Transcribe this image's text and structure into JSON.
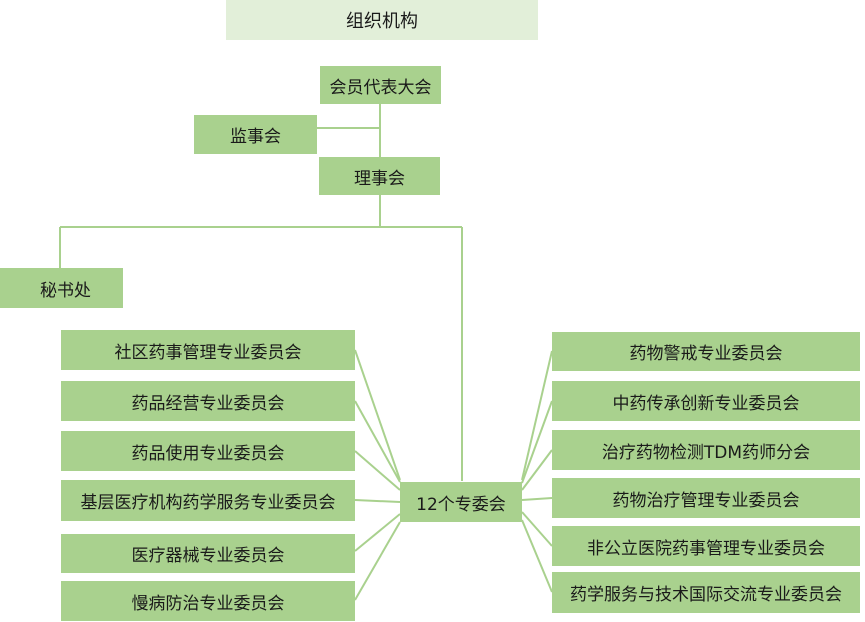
{
  "title": "组织机构",
  "colors": {
    "box_fill": "#a9d18e",
    "title_fill": "#e2efd9",
    "line": "#a9d18e"
  },
  "nodes": {
    "congress": "会员代表大会",
    "supervisors": "监事会",
    "council": "理事会",
    "secretariat": "秘书处",
    "committees_hub": "12个专委会"
  },
  "left_committees": [
    "社区药事管理专业委员会",
    "药品经营专业委员会",
    "药品使用专业委员会",
    "基层医疗机构药学服务专业委员会",
    "医疗器械专业委员会",
    "慢病防治专业委员会"
  ],
  "right_committees": [
    "药物警戒专业委员会",
    "中药传承创新专业委员会",
    "治疗药物检测TDM药师分会",
    "药物治疗管理专业委员会",
    "非公立医院药事管理专业委员会",
    "药学服务与技术国际交流专业委员会"
  ]
}
